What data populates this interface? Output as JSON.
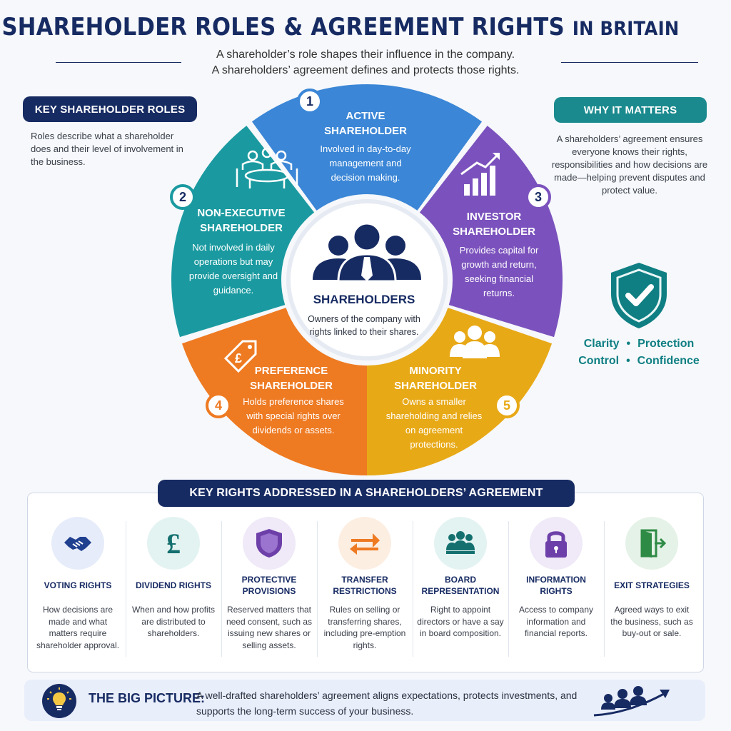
{
  "header": {
    "title_main": "SHAREHOLDER ROLES & AGREEMENT RIGHTS",
    "title_tail": "IN BRITAIN",
    "subtitle_line1": "A shareholder’s role shapes their influence in the company.",
    "subtitle_line2": "A shareholders’ agreement defines and protects those rights."
  },
  "roles_panel": {
    "label": "KEY SHAREHOLDER ROLES",
    "text": "Roles describe what a shareholder does and their level of involvement in the business."
  },
  "why_panel": {
    "label": "WHY IT MATTERS",
    "text": "A shareholders’ agreement ensures everyone knows their rights, responsibilities and how decisions are made—helping prevent disputes and protect value.",
    "values": [
      "Clarity",
      "Protection",
      "Control",
      "Confidence"
    ],
    "separator": "•"
  },
  "wheel": {
    "center": {
      "title": "SHAREHOLDERS",
      "text": "Owners of the company with rights linked to their shares."
    },
    "segments": [
      {
        "number": "1",
        "title": "ACTIVE\nSHAREHOLDER",
        "text": "Involved in day-to-day management and decision making.",
        "color": "#3b86d6"
      },
      {
        "number": "2",
        "title": "NON-EXECUTIVE\nSHAREHOLDER",
        "text": "Not involved in daily operations but may provide oversight and guidance.",
        "color": "#1a9aa0"
      },
      {
        "number": "3",
        "title": "INVESTOR\nSHAREHOLDER",
        "text": "Provides capital for growth and return, seeking financial returns.",
        "color": "#7b52bd"
      },
      {
        "number": "4",
        "title": "PREFERENCE\nSHAREHOLDER",
        "text": "Holds preference shares with special rights over dividends or assets.",
        "color": "#ee7a22"
      },
      {
        "number": "5",
        "title": "MINORITY\nSHAREHOLDER",
        "text": "Owns a smaller shareholding and relies on agreement protections.",
        "color": "#e8a917"
      }
    ],
    "pound_symbol": "£"
  },
  "rights": {
    "label": "KEY RIGHTS ADDRESSED IN A SHAREHOLDERS’ AGREEMENT",
    "items": [
      {
        "title": "VOTING RIGHTS",
        "text": "How decisions are made and what matters require shareholder approval.",
        "icon": "handshake-icon",
        "bg": "#e6ecf9"
      },
      {
        "title": "DIVIDEND RIGHTS",
        "text": "When and how profits are distributed to shareholders.",
        "icon": "pound-icon",
        "bg": "#e3f3f2",
        "glyph": "£"
      },
      {
        "title": "PROTECTIVE PROVISIONS",
        "text": "Reserved matters that need consent, such as issuing new shares or selling assets.",
        "icon": "shield-icon",
        "bg": "#efe9f8"
      },
      {
        "title": "TRANSFER RESTRICTIONS",
        "text": "Rules on selling or transferring shares, including pre-emption rights.",
        "icon": "transfer-arrows-icon",
        "bg": "#fdeee2"
      },
      {
        "title": "BOARD REPRESENTATION",
        "text": "Right to appoint directors or have a say in board composition.",
        "icon": "board-icon",
        "bg": "#e3f3f2"
      },
      {
        "title": "INFORMATION RIGHTS",
        "text": "Access to company information and financial reports.",
        "icon": "lock-icon",
        "bg": "#efe9f8"
      },
      {
        "title": "EXIT STRATEGIES",
        "text": "Agreed ways to exit the business, such as buy-out or sale.",
        "icon": "exit-door-icon",
        "bg": "#e5f2e7"
      }
    ]
  },
  "big_picture": {
    "label": "THE BIG PICTURE:",
    "text": "A well-drafted shareholders’ agreement aligns expectations, protects investments, and supports the long-term success of your business."
  },
  "colors": {
    "navy": "#172b63",
    "teal": "#1a8a8e",
    "values_teal": "#0f7f83"
  }
}
